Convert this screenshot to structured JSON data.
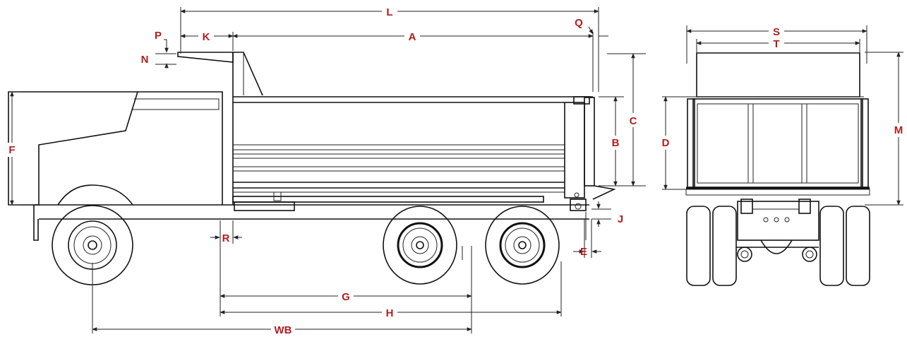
{
  "label_color": "#b01e1e",
  "labels": {
    "L": "L",
    "P": "P",
    "K": "K",
    "A": "A",
    "Q": "Q",
    "N": "N",
    "C": "C",
    "F": "F",
    "B": "B",
    "J": "J",
    "R": "R",
    "E": "E",
    "G": "G",
    "H": "H",
    "WB": "WB",
    "S": "S",
    "T": "T",
    "D": "D",
    "M": "M"
  }
}
